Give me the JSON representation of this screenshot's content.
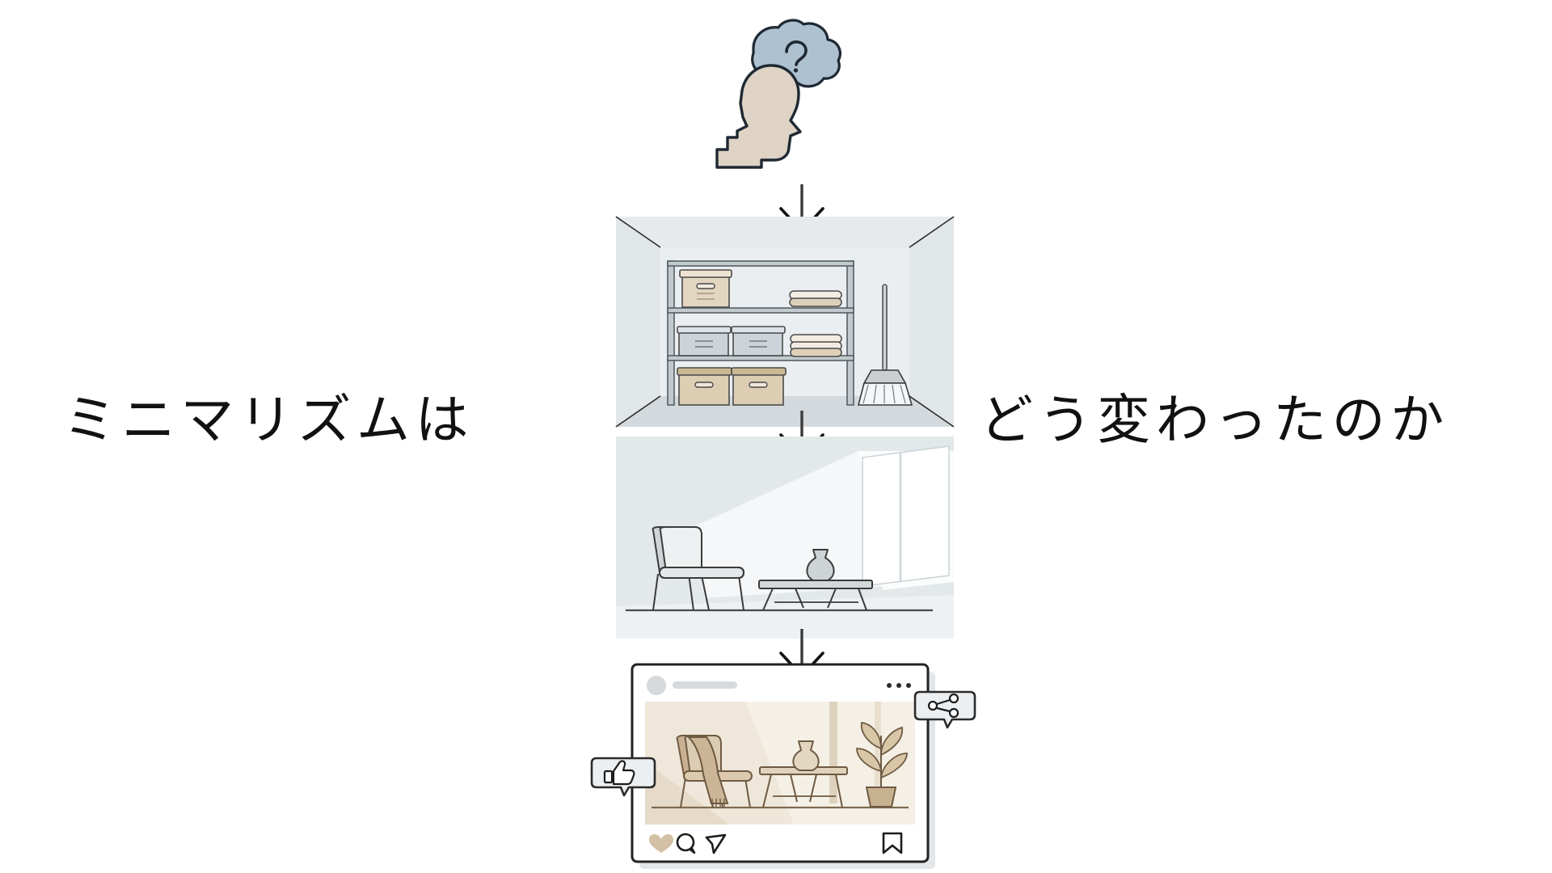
{
  "page": {
    "background_color": "#ffffff",
    "headline_color": "#111111"
  },
  "headline": {
    "full_text": "ミニマリズムはどう変わったのか",
    "left_segment": "ミニマリズムは",
    "right_segment": "どう変わったのか"
  },
  "palette": {
    "ink": "#1a1a1a",
    "outline": "#333333",
    "skin": "#ded3c4",
    "cloud_fill": "#adc1d1",
    "cloud_outline": "#1f2933",
    "room_wall": "#e4e8ea",
    "room_wall_light": "#eef1f2",
    "room_floor": "#d4dadd",
    "shelf_metal": "#b9c0c4",
    "box_tan": "#ded0ba",
    "box_tan_dark": "#cbb99c",
    "box_grey": "#ccd3d8",
    "towel_cream": "#f0e9de",
    "towel_tan": "#d9c7ad",
    "minimal_wall": "#e6eaec",
    "minimal_light": "#f8fafb",
    "furniture_grey": "#c9ced1",
    "post_card": "#ffffff",
    "post_border": "#222222",
    "post_photo_bg": "#e9e0d2",
    "post_photo_light": "#f3ece1",
    "post_wood": "#c9b496",
    "post_wood_dark": "#8c7357",
    "heart_tan": "#d3c0a6",
    "badge_fill": "#e9ecee"
  },
  "flow": {
    "steps": [
      {
        "id": "thinker",
        "name": "person-thinking",
        "label": "考える人",
        "description": "思考の吹き出しに疑問符がある人物の横顔"
      },
      {
        "id": "storage-room",
        "name": "cluttered-storage-room",
        "label": "収納部屋",
        "description": "棚・収納ボックス・タオル・ほうきのある物置"
      },
      {
        "id": "minimal-room",
        "name": "minimalist-living-room",
        "label": "ミニマルな部屋",
        "description": "椅子・ローテーブル・花瓶・窓だけの空間"
      },
      {
        "id": "social-post",
        "name": "social-media-post",
        "label": "SNS投稿",
        "description": "インテリア写真のSNS投稿カード"
      }
    ],
    "arrows": [
      {
        "id": "arrow-1",
        "name": "arrow-down-1",
        "direction": "down"
      },
      {
        "id": "arrow-2",
        "name": "arrow-down-2",
        "direction": "down"
      },
      {
        "id": "arrow-3",
        "name": "arrow-down-3",
        "direction": "down"
      }
    ]
  },
  "thought_bubble": {
    "glyph": "?",
    "tail_dots": 2
  },
  "storage_room": {
    "shelf_levels": 3,
    "items": {
      "boxes_top": 1,
      "towels_top": 1,
      "boxes_middle": 2,
      "towels_middle": 1,
      "boxes_bottom": 2,
      "broom": 1
    }
  },
  "minimal_room": {
    "items": {
      "armchair": 1,
      "coffee_table": 1,
      "vase": 1,
      "window": 1
    }
  },
  "social_post": {
    "header": {
      "avatar": "avatar-placeholder",
      "username_placeholder": "",
      "more_options": "•••"
    },
    "photo": {
      "items": {
        "armchair": 1,
        "throw_blanket": 1,
        "coffee_table": 1,
        "vase": 1,
        "potted_plant": 1
      }
    },
    "actions": [
      {
        "name": "like-icon",
        "label": "いいね",
        "state": "active"
      },
      {
        "name": "comment-icon",
        "label": "コメント",
        "state": "default"
      },
      {
        "name": "share-icon",
        "label": "シェア",
        "state": "default"
      },
      {
        "name": "bookmark-icon",
        "label": "保存",
        "state": "default"
      }
    ],
    "badges": [
      {
        "name": "thumbs-up-badge",
        "label": "いいね",
        "position": "left"
      },
      {
        "name": "share-badge",
        "label": "共有",
        "position": "right"
      }
    ]
  }
}
